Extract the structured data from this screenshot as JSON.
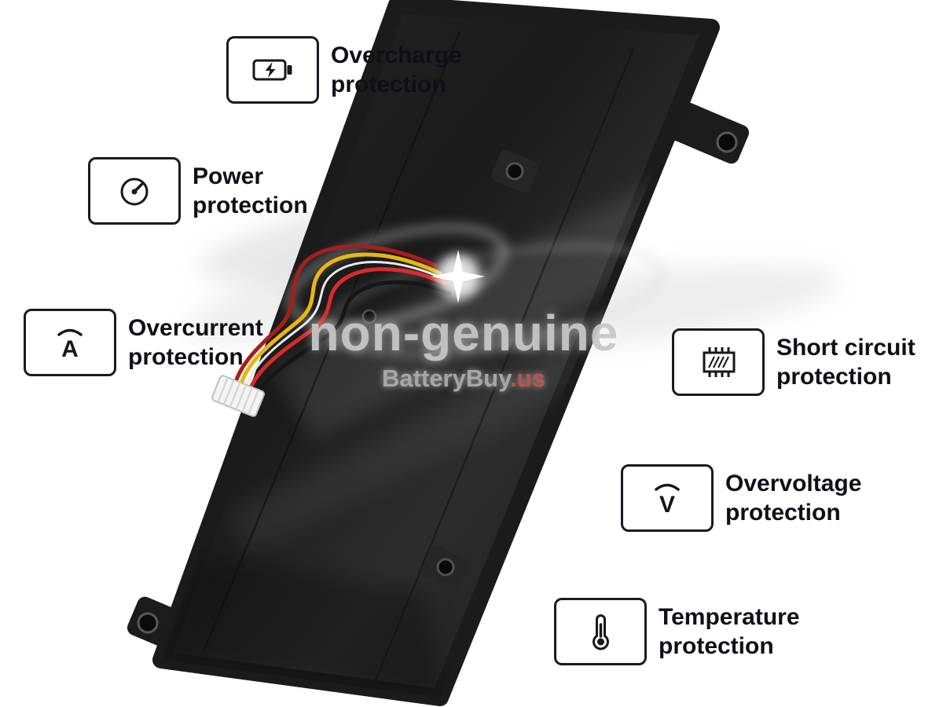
{
  "watermark": {
    "title": "non-genuine",
    "brand": "BatteryBuy",
    "brand_suffix": ".us",
    "title_color": "#c8c8c8",
    "brand_color": "#a6a6a6",
    "brand_suffix_color": "#c2504b"
  },
  "battery": {
    "description": "black laptop battery pack shown diagonally with red, yellow, black and white wires leading to a white multi-pin connector",
    "body_color": "#1b1b1b",
    "wire_colors": [
      "#a81d1d",
      "#e8b70f",
      "#e8e8e8",
      "#d92b2b",
      "#161616"
    ],
    "connector_color": "#f4f4f4"
  },
  "callouts": [
    {
      "icon": "battery-charging-icon",
      "line1": "Overcharge",
      "line2": "protection"
    },
    {
      "icon": "power-gauge-icon",
      "line1": "Power",
      "line2": "protection"
    },
    {
      "icon": "overcurrent-a-icon",
      "glyph": "A",
      "line1": "Overcurrent",
      "line2": "protection"
    },
    {
      "icon": "short-circuit-chip-icon",
      "line1": "Short circuit",
      "line2": "protection"
    },
    {
      "icon": "overvoltage-v-icon",
      "glyph": "V",
      "line1": "Overvoltage",
      "line2": "protection"
    },
    {
      "icon": "thermometer-icon",
      "line1": "Temperature",
      "line2": "protection"
    }
  ]
}
